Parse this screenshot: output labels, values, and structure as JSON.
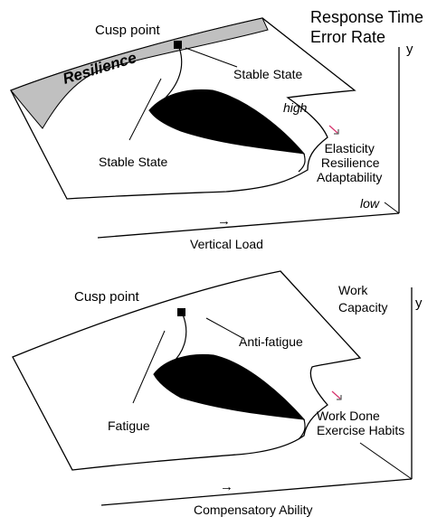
{
  "colors": {
    "ink": "#000000",
    "surface": "#ffffff",
    "resilience_band": "#c0c0c0",
    "arrow_accent": "#d6336c"
  },
  "top_panel": {
    "cusp_label": "Cusp point",
    "band_label": "Resilience",
    "stable_upper": "Stable State",
    "stable_lower": "Stable State",
    "high_label": "high",
    "low_label": "low",
    "y_title_lines": [
      "Response Time",
      "Error Rate"
    ],
    "y_axis_label": "y",
    "properties": [
      "Elasticity",
      "Resilience",
      "Adaptability"
    ],
    "x_axis_label": "Vertical Load",
    "direction_glyph": "→"
  },
  "bottom_panel": {
    "cusp_label": "Cusp point",
    "state_upper": "Anti-fatigue",
    "state_lower": "Fatigue",
    "y_title_lines": [
      "Work",
      "Capacity"
    ],
    "y_axis_label": "y",
    "properties": [
      "Work Done",
      "Exercise Habits"
    ],
    "x_axis_label": "Compensatory Ability",
    "direction_glyph": "→"
  }
}
